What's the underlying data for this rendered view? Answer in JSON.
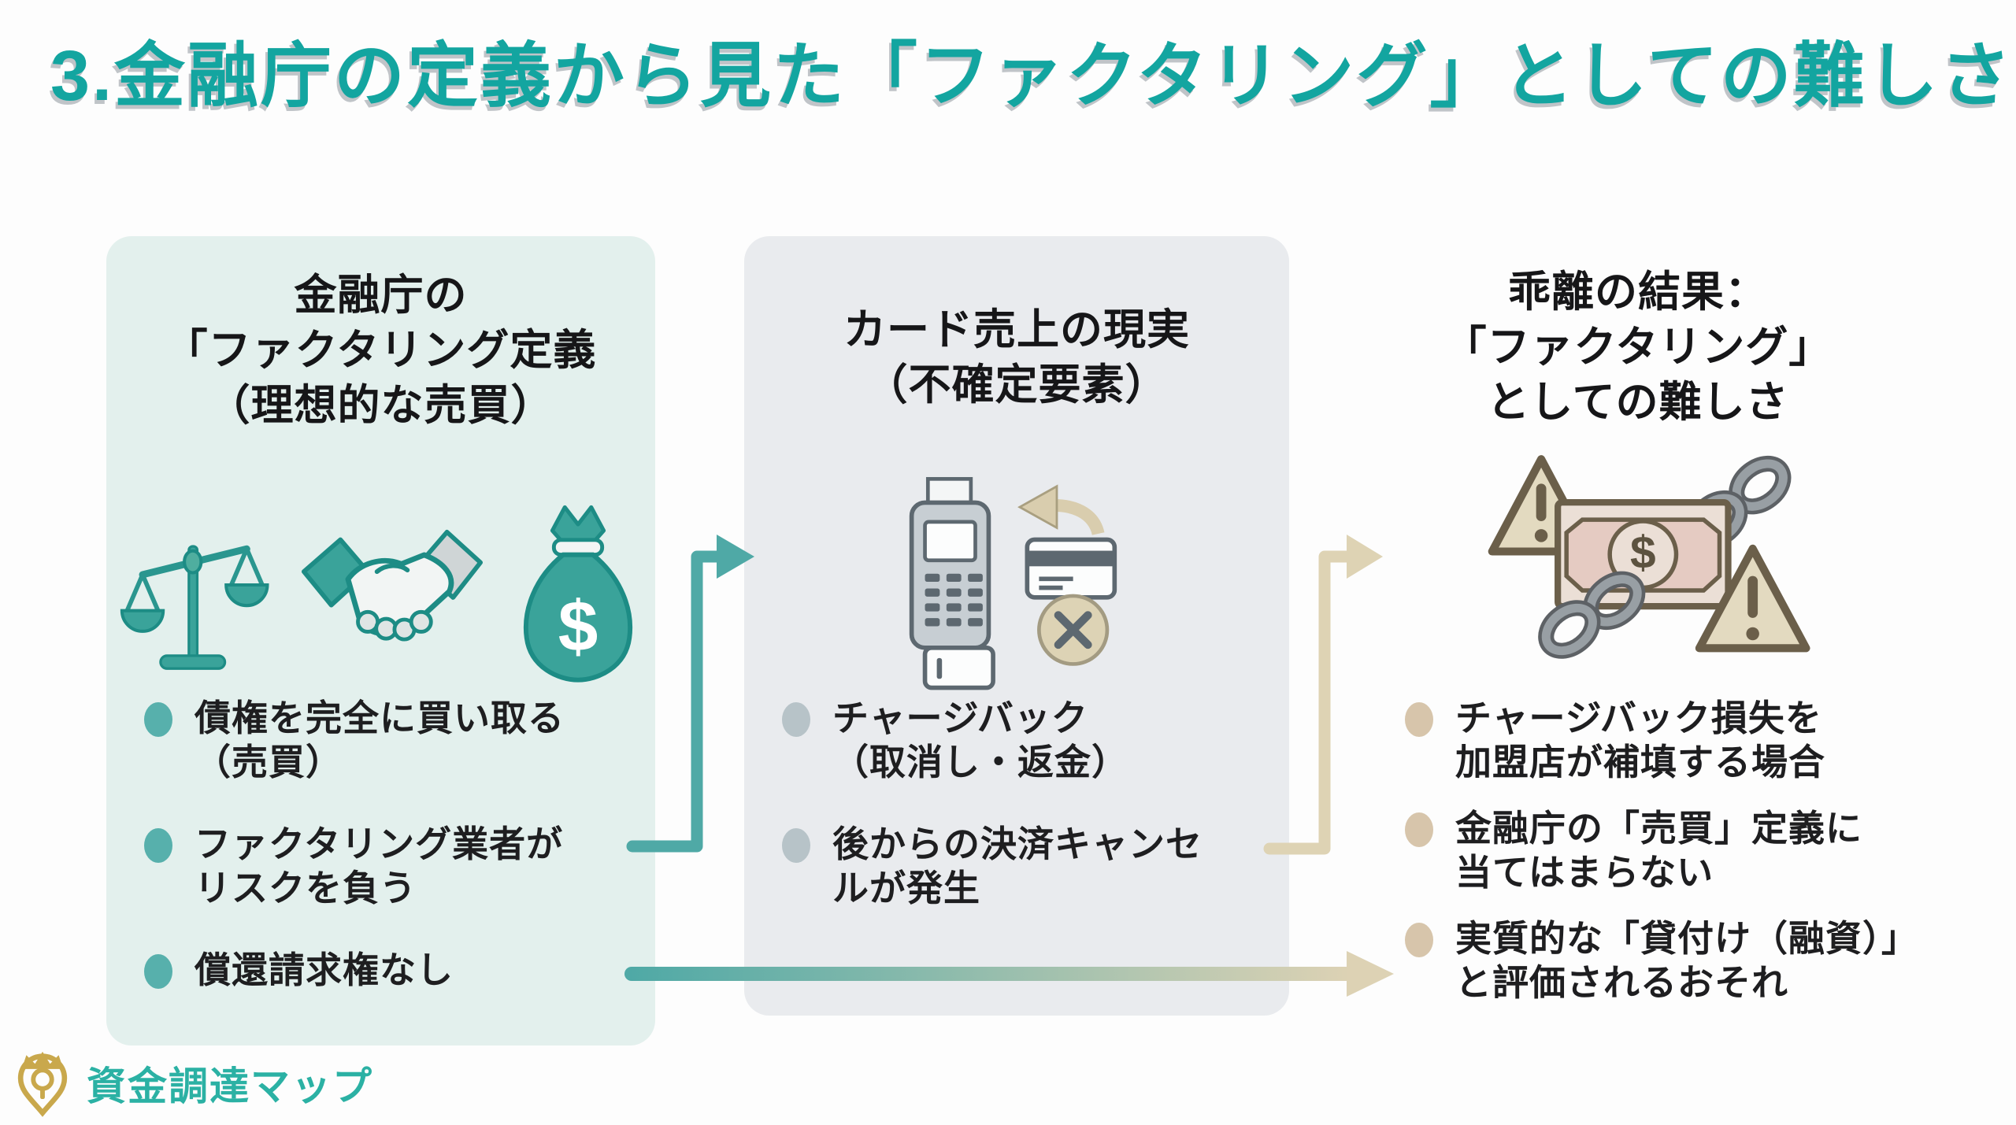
{
  "title": "3.金融庁の定義から見た「ファクタリング」としての難しさ",
  "colors": {
    "title_teal": "#13a5a0",
    "panel_left_bg": "#e3f0ed",
    "panel_middle_bg": "#e9ebee",
    "accent_teal": "#4fa9a6",
    "accent_tan": "#ddd2b4",
    "bullet_gray": "#b7c3c8",
    "bullet_tan": "#d7c5ab",
    "icon_teal": "#3aa39a",
    "warning_tan": "#e3dac0",
    "gold": "#c9a84c",
    "text": "#1e1e20"
  },
  "panels": {
    "left": {
      "title_lines": [
        "金融庁の",
        "「ファクタリング定義",
        "（理想的な売買）"
      ],
      "icons": [
        "scales-icon",
        "handshake-icon",
        "money-bag-icon"
      ],
      "bullets": [
        {
          "line1": "債権を完全に買い取る",
          "line2": "（売買）"
        },
        {
          "line1": "ファクタリング業者が",
          "line2": "リスクを負う"
        },
        {
          "line1": "償還請求権なし",
          "line2": ""
        }
      ]
    },
    "middle": {
      "title_lines": [
        "カード売上の現実",
        "（不確定要素）"
      ],
      "icons": [
        "card-terminal-icon",
        "chargeback-arrow-icon",
        "cancel-x-icon"
      ],
      "bullets": [
        {
          "line1": "チャージバック",
          "line2": "（取消し・返金）"
        },
        {
          "line1": "後からの決済キャンセ",
          "line2": "ルが発生"
        }
      ]
    },
    "right": {
      "title_lines": [
        "乖離の結果：",
        "「ファクタリング」",
        "としての難しさ"
      ],
      "icons": [
        "chained-money-icon",
        "warning-triangle-icon"
      ],
      "bullets": [
        {
          "line1": "チャージバック損失を",
          "line2": "加盟店が補填する場合"
        },
        {
          "line1": "金融庁の「売買」定義に",
          "line2": "当てはまらない"
        },
        {
          "line1": "実質的な「貸付け（融資）」",
          "line2": "と評価されるおそれ"
        }
      ]
    }
  },
  "icons": {
    "dollar": "$"
  },
  "logo": {
    "text": "資金調達マップ"
  }
}
